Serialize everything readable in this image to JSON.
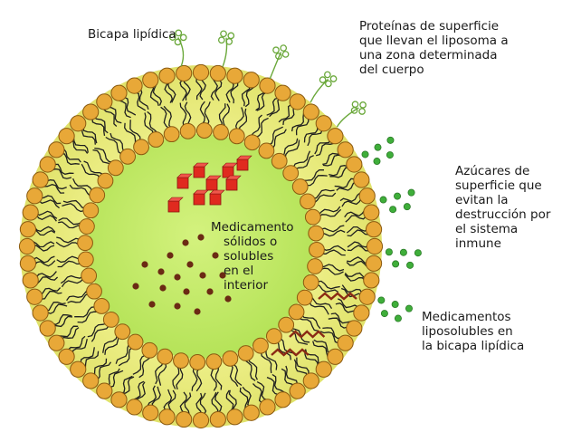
{
  "diagram": {
    "labels": {
      "bilayer": [
        "Bicapa lipídica"
      ],
      "surface_proteins": [
        "Proteínas de superficie",
        "que llevan el liposoma a",
        "una zona determinada",
        "del cuerpo"
      ],
      "surface_sugars": [
        "Azúcares de",
        "superficie que",
        "evitan la",
        "destrucción por",
        "el sistema",
        "inmune"
      ],
      "interior_drugs": [
        "Medicamento",
        "sólidos o",
        "solubles",
        "en el",
        "interior"
      ],
      "bilayer_drugs": [
        "Medicamentos",
        "liposolubles en",
        "la bicapa lipídica"
      ]
    },
    "colors": {
      "membrane": "#e9eb7c",
      "interior": "#c4ec6a",
      "lipid_head": "#e8a838",
      "lipid_head_outline": "#8a5a10",
      "lipid_tail": "#1f1f1f",
      "solid_drug": "#e02a1f",
      "soluble_drug": "#6b2a14",
      "lipophilic_drug": "#8b2a14",
      "surface_protein": "#6aa83a",
      "surface_sugar": "#3fae3a"
    }
  }
}
